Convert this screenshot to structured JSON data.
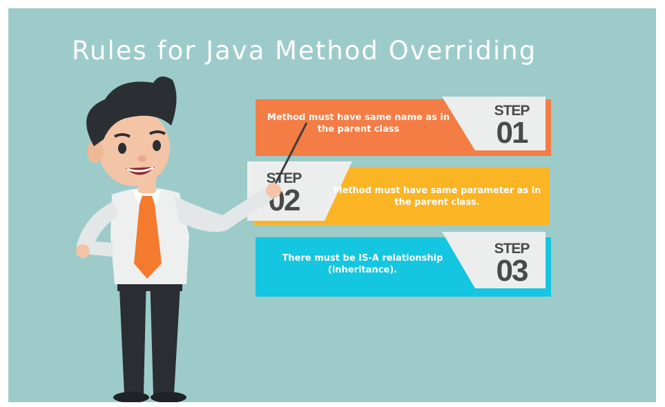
{
  "title": "Rules for Java Method Overriding",
  "steps": [
    {
      "word": "STEP",
      "number": "01",
      "text": "Method must have same name as in the parent class",
      "color": "#f47c45"
    },
    {
      "word": "STEP",
      "number": "02",
      "text": "Method must have same parameter as in the parent class.",
      "color": "#fbb424"
    },
    {
      "word": "STEP",
      "number": "03",
      "text": "There must be IS-A relationship (inheritance).",
      "color": "#14c6e0"
    }
  ],
  "colors": {
    "background": "#9ccbca",
    "tab": "#eceeee",
    "shirt": "#eef0f0",
    "tie": "#f47a2e",
    "pants": "#2a2d32",
    "hair": "#2b2f33",
    "skin": "#f3c4a6"
  }
}
